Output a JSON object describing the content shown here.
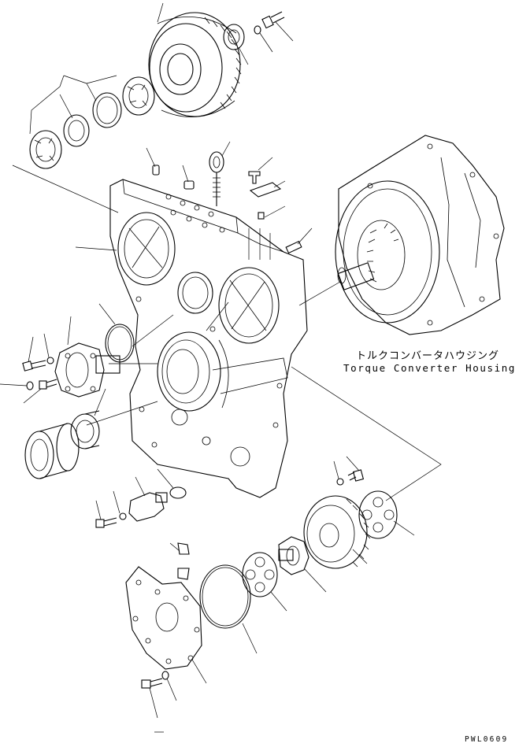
{
  "labels": {
    "housing_jp": "トルクコンバータハウジング",
    "housing_en": "Torque Converter Housing",
    "drawing_code": "PWL0609"
  },
  "colors": {
    "line": "#000000",
    "background": "#ffffff"
  }
}
